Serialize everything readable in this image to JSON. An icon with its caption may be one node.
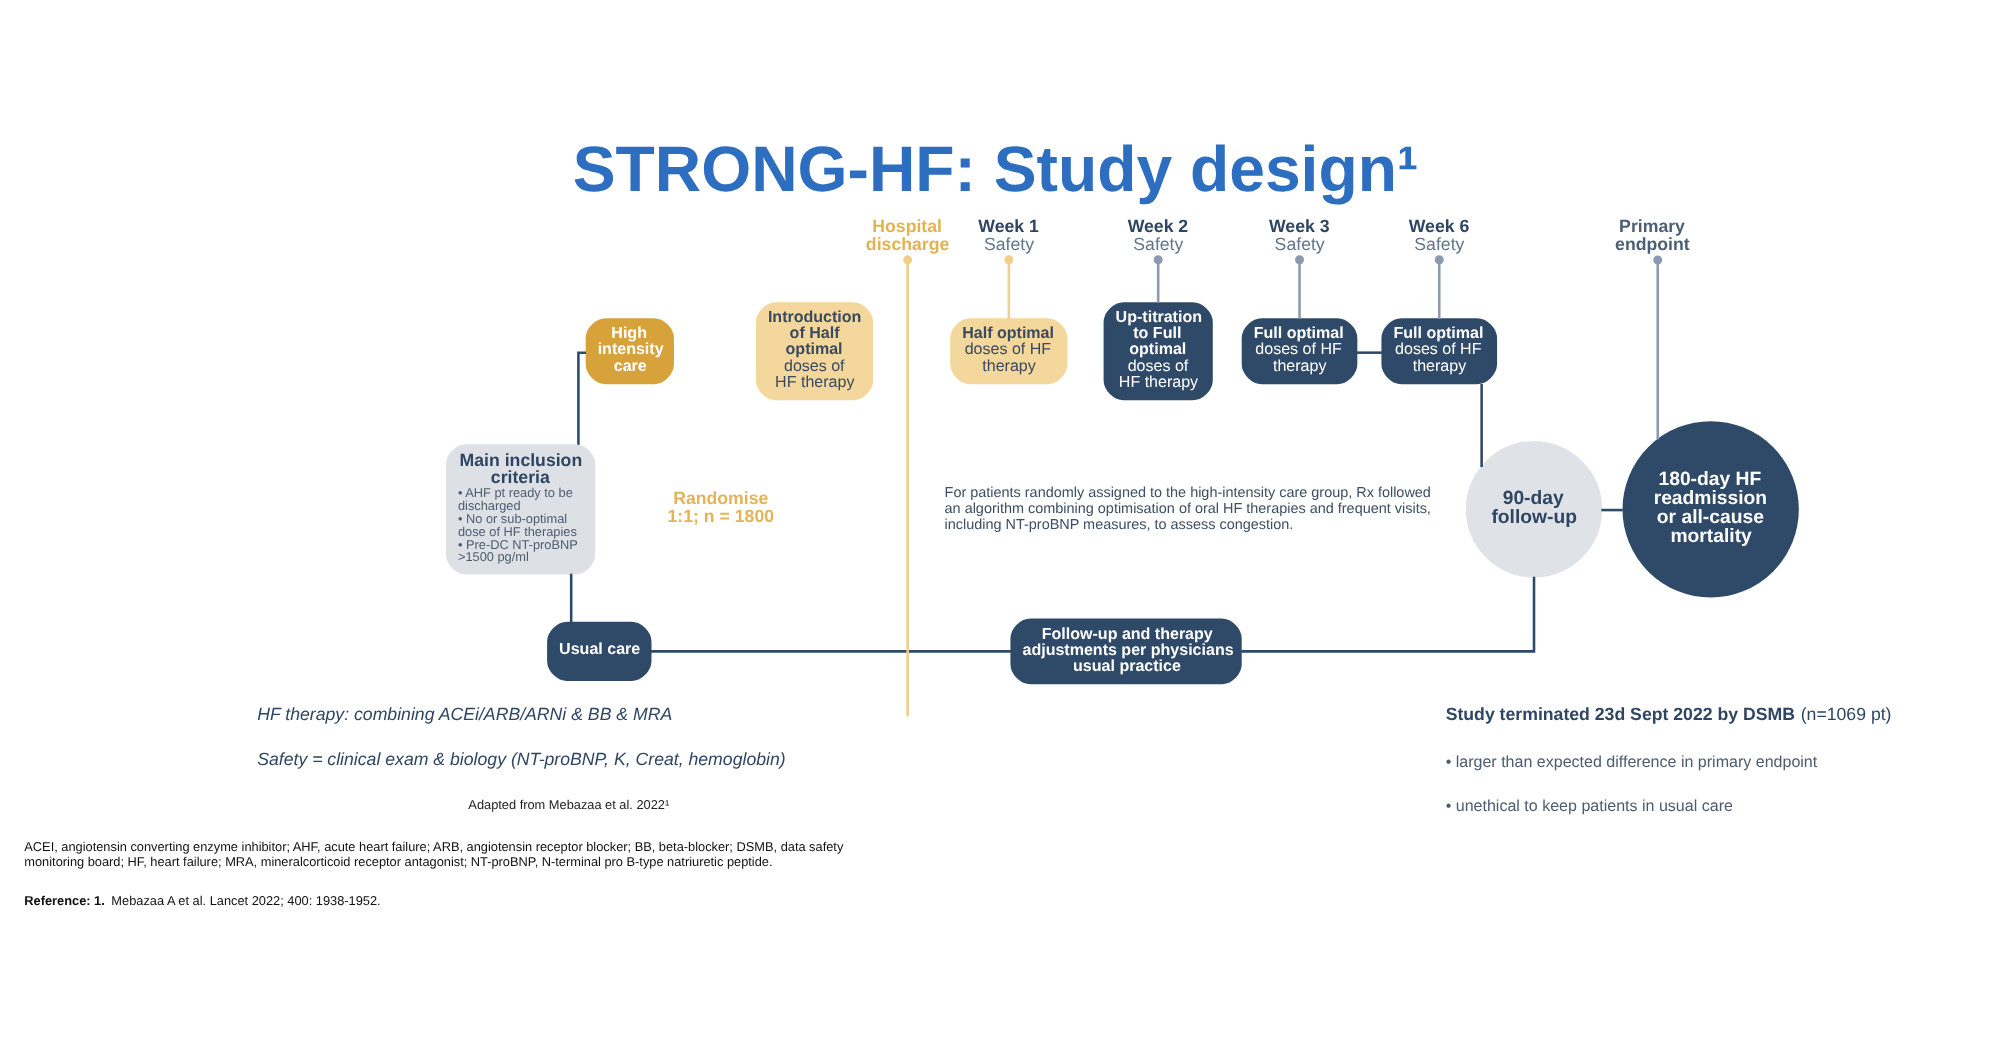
{
  "diagram": {
    "title": "STRONG-HF: Study design¹",
    "nodes": [
      {
        "text": [
          "Main inclusion criteria",
          "• AHF pt ready to be discharged",
          "• No or sub-optimal dose of HF therapies",
          "• Pre-DC NT-proBNP >1500 pg/ml"
        ]
      },
      {
        "text": [
          "High intensity care"
        ]
      },
      {
        "text": [
          "**Introduction of Half optimal** doses of HF therapy"
        ]
      },
      {
        "text": [
          "**Half optimal** doses of HF therapy"
        ]
      },
      {
        "text": [
          "Week 1",
          "Safety"
        ]
      },
      {
        "text": [
          "**Up-titration to Full optimal** doses of HF therapy"
        ]
      },
      {
        "text": [
          "Week 2",
          "Safety"
        ]
      },
      {
        "text": [
          "**Full optimal** doses of HF therapy"
        ]
      },
      {
        "text": [
          "Week 3",
          "Safety"
        ]
      },
      {
        "text": [
          "**Full optimal** doses of HF therapy"
        ]
      },
      {
        "text": [
          "Week 6",
          "Safety"
        ]
      },
      {
        "text": [
          "90-day follow-up"
        ]
      },
      {
        "text": [
          "180-day HF readmission or all-cause mortality"
        ]
      },
      {
        "text": [
          "Primary endpoint"
        ]
      },
      {
        "text": [
          "Usual care"
        ]
      },
      {
        "text": [
          "Follow-up and therapy adjustments per physicians usual practice"
        ]
      },
      {
        "text": [
          "Hospital discharge"
        ]
      }
    ],
    "edges": [
      {
        "from": 0,
        "to": 1,
        "arrow": "none"
      },
      {
        "from": 0,
        "to": 14,
        "arrow": "none"
      },
      {
        "from": 16,
        "to": null,
        "arrow": "other",
        "color": "#efcf86"
      },
      {
        "from": 4,
        "to": 3,
        "arrow": "other",
        "color": "#f0d08c"
      },
      {
        "from": 6,
        "to": 5,
        "arrow": "other",
        "color": "#8a9ab0"
      },
      {
        "from": 8,
        "to": 7,
        "arrow": "other",
        "color": "#8a9ab0"
      },
      {
        "from": 7,
        "to": 9,
        "arrow": "none"
      },
      {
        "from": 10,
        "to": 9,
        "arrow": "other",
        "color": "#8a9ab0"
      },
      {
        "from": 9,
        "to": 11,
        "arrow": "none"
      },
      {
        "from": 11,
        "to": 12,
        "arrow": "none"
      },
      {
        "from": 13,
        "to": 12,
        "arrow": "other",
        "color": "#8a9ab0"
      },
      {
        "from": 14,
        "to": 15,
        "arrow": "none"
      },
      {
        "from": 15,
        "to": 11,
        "arrow": "none"
      }
    ],
    "labels": [
      "Randomise 1:1; n = 1800",
      "For patients randomly assigned to the high-intensity care group, Rx followed an algorithm combining optimisation of oral HF therapies and frequent visits, including NT-proBNP measures, to assess congestion.",
      "HF therapy: combining ACEi/ARB/ARNi & BB & MRA",
      "Safety = clinical exam & biology (NT-proBNP, K, Creat, hemoglobin)",
      "**Study terminated 23d Sept 2022 by DSMB** (n=1069 pt)",
      "• larger than expected difference in primary endpoint",
      "• unethical to keep patients in usual care",
      "Adapted from Mebazaa et al. 2022¹",
      "ACEI, angiotensin converting enzyme inhibitor; AHF, acute heart failure; ARB, angiotensin receptor blocker; BB, beta-blocker; DSMB, data safety monitoring board; HF, heart failure; MRA, mineralcorticoid receptor antagonist; NT-proBNP, N-terminal pro B-type natriuretic peptide.",
      "**Reference: 1.** Mebazaa A et al. Lancet 2022; 400: 1938-1952."
    ]
  }
}
